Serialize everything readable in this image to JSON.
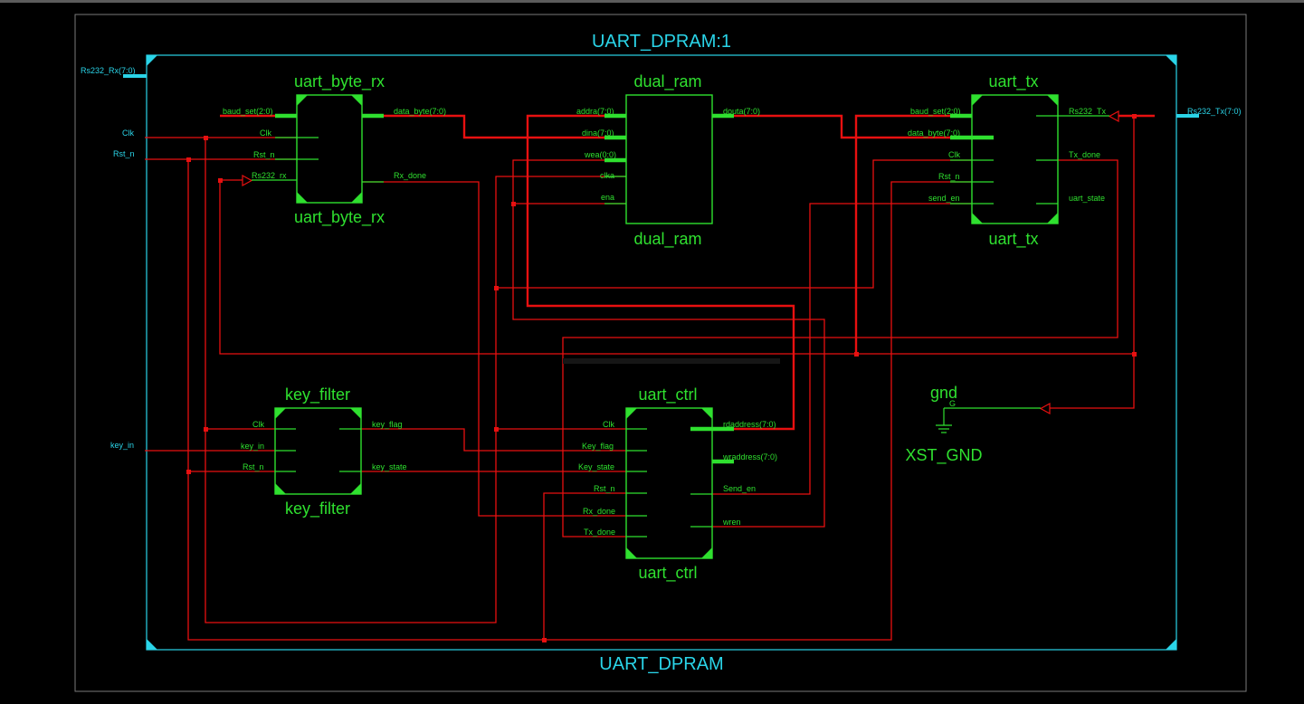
{
  "top": {
    "instance_label": "UART_DPRAM:1",
    "module_label": "UART_DPRAM"
  },
  "ports": {
    "rs232_rx": "Rs232_Rx(7:0)",
    "clk": "Clk",
    "rst_n": "Rst_n",
    "key_in": "key_in",
    "rs232_tx": "Rs232_Tx(7:0)"
  },
  "uart_byte_rx": {
    "name": "uart_byte_rx",
    "pins": {
      "baud_set": "baud_set(2:0)",
      "clk": "Clk",
      "rst_n": "Rst_n",
      "rs232_rx": "Rs232_rx",
      "data_byte": "data_byte(7:0)",
      "rx_done": "Rx_done"
    }
  },
  "dual_ram": {
    "name": "dual_ram",
    "pins": {
      "addra": "addra(7:0)",
      "dina": "dina(7:0)",
      "wea": "wea(0:0)",
      "clka": "clka",
      "ena": "ena",
      "douta": "douta(7:0)"
    }
  },
  "uart_tx": {
    "name": "uart_tx",
    "pins": {
      "baud_set": "baud_set(2:0)",
      "data_byte": "data_byte(7:0)",
      "clk": "Clk",
      "rst_n": "Rst_n",
      "send_en": "send_en",
      "rs232_tx": "Rs232_Tx",
      "tx_done": "Tx_done",
      "uart_state": "uart_state"
    }
  },
  "key_filter": {
    "name": "key_filter",
    "pins": {
      "clk": "Clk",
      "key_in": "key_in",
      "rst_n": "Rst_n",
      "key_flag": "key_flag",
      "key_state": "key_state"
    }
  },
  "uart_ctrl": {
    "name": "uart_ctrl",
    "pins": {
      "clk": "Clk",
      "key_flag": "Key_flag",
      "key_state": "Key_state",
      "rst_n": "Rst_n",
      "rx_done": "Rx_done",
      "tx_done": "Tx_done",
      "rdaddress": "rdaddress(7:0)",
      "wraddress": "wraddress(7:0)",
      "send_en": "Send_en",
      "wren": "wren"
    }
  },
  "gnd": {
    "name": "gnd",
    "pin": "G",
    "label": "XST_GND"
  },
  "colors": {
    "wire": "#e81010",
    "block": "#2fe02f",
    "frame": "#2ad4e8",
    "background": "#000000"
  }
}
